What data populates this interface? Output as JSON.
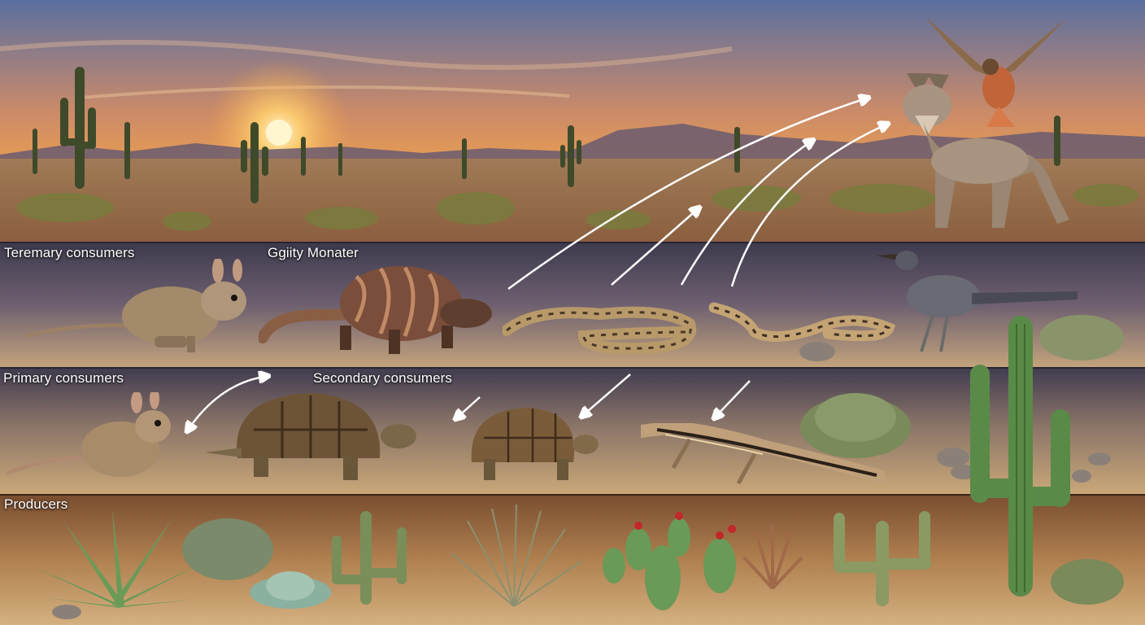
{
  "labels": {
    "tertiary": "Teremary consumers",
    "gila": "Ggiity Monater",
    "primary": "Primary consumers",
    "secondary": "Secondary consumers",
    "producers": "Producers"
  },
  "colors": {
    "sky_top": "#5a6fa0",
    "sky_horizon": "#f2a24a",
    "sun": "#fff3c0",
    "band_tertiary": "#4a4458",
    "band_primary": "#4e4656",
    "band_producers": "#8a5a36",
    "ground": "#c9a77a",
    "arrow": "#ffffff"
  },
  "organisms": [
    {
      "name": "coyote-icon",
      "band": "top"
    },
    {
      "name": "hawk-icon",
      "band": "top"
    },
    {
      "name": "kangaroo-rat-icon",
      "band": "tertiary"
    },
    {
      "name": "gila-monster-icon",
      "band": "tertiary"
    },
    {
      "name": "snake-icon",
      "band": "tertiary"
    },
    {
      "name": "roadrunner-icon",
      "band": "tertiary"
    },
    {
      "name": "mouse-icon",
      "band": "primary"
    },
    {
      "name": "tortoise-icon",
      "band": "primary"
    },
    {
      "name": "lizard-icon",
      "band": "secondary"
    },
    {
      "name": "saguaro-icon",
      "band": "producers"
    },
    {
      "name": "agave-icon",
      "band": "producers"
    },
    {
      "name": "prickly-pear-icon",
      "band": "producers"
    }
  ]
}
